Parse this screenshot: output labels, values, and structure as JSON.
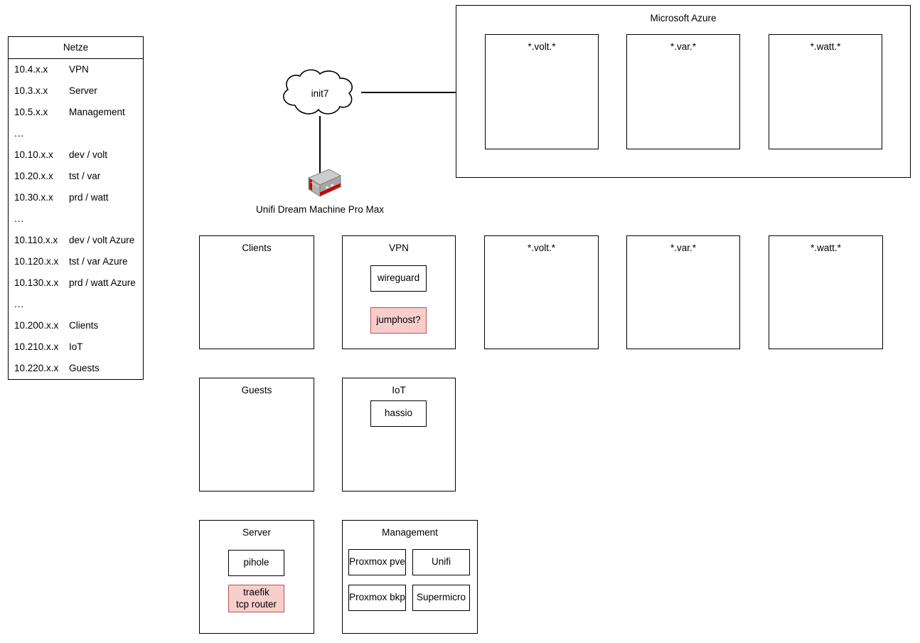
{
  "netze": {
    "title": "Netze",
    "rows": [
      {
        "cidr": "10.4.x.x",
        "name": "VPN"
      },
      {
        "cidr": "10.3.x.x",
        "name": "Server"
      },
      {
        "cidr": "10.5.x.x",
        "name": "Management"
      },
      {
        "cidr": "...",
        "name": ""
      },
      {
        "cidr": "10.10.x.x",
        "name": "dev / volt"
      },
      {
        "cidr": "10.20.x.x",
        "name": "tst / var"
      },
      {
        "cidr": "10.30.x.x",
        "name": "prd / watt"
      },
      {
        "cidr": "...",
        "name": ""
      },
      {
        "cidr": "10.110.x.x",
        "name": "dev / volt Azure"
      },
      {
        "cidr": "10.120.x.x",
        "name": "tst / var Azure"
      },
      {
        "cidr": "10.130.x.x",
        "name": "prd / watt Azure"
      },
      {
        "cidr": "...",
        "name": ""
      },
      {
        "cidr": "10.200.x.x",
        "name": "Clients"
      },
      {
        "cidr": "10.210.x.x",
        "name": "IoT"
      },
      {
        "cidr": "10.220.x.x",
        "name": "Guests"
      }
    ]
  },
  "azure": {
    "title": "Microsoft Azure",
    "zones": [
      {
        "title": "*.volt.*"
      },
      {
        "title": "*.var.*"
      },
      {
        "title": "*.watt.*"
      }
    ]
  },
  "internet": {
    "cloud_label": "init7"
  },
  "gateway": {
    "label": "Unifi Dream Machine Pro Max",
    "icon": "firewall-appliance-icon"
  },
  "vlans": {
    "clients": {
      "title": "Clients",
      "nodes": []
    },
    "vpn": {
      "title": "VPN",
      "nodes": [
        {
          "label": "wireguard",
          "style": "plain"
        },
        {
          "label": "jumphost?",
          "style": "pink"
        }
      ]
    },
    "onprem_volt": {
      "title": "*.volt.*",
      "nodes": []
    },
    "onprem_var": {
      "title": "*.var.*",
      "nodes": []
    },
    "onprem_watt": {
      "title": "*.watt.*",
      "nodes": []
    },
    "guests": {
      "title": "Guests",
      "nodes": []
    },
    "iot": {
      "title": "IoT",
      "nodes": [
        {
          "label": "hassio",
          "style": "plain"
        }
      ]
    },
    "server": {
      "title": "Server",
      "nodes": [
        {
          "label": "pihole",
          "style": "plain"
        },
        {
          "label": "traefik\ntcp router",
          "line1": "traefik",
          "line2": "tcp router",
          "style": "pink"
        }
      ]
    },
    "management": {
      "title": "Management",
      "nodes": [
        {
          "label": "Proxmox pve",
          "style": "plain"
        },
        {
          "label": "Unifi",
          "style": "plain"
        },
        {
          "label": "Proxmox bkp",
          "style": "plain"
        },
        {
          "label": "Supermicro",
          "style": "plain"
        }
      ]
    }
  },
  "colors": {
    "stroke": "#000000",
    "background": "#ffffff",
    "pink_fill": "#f8cecc",
    "pink_stroke": "#b85450",
    "device_body": "#b3b3b3",
    "device_accent": "#cc0000"
  }
}
